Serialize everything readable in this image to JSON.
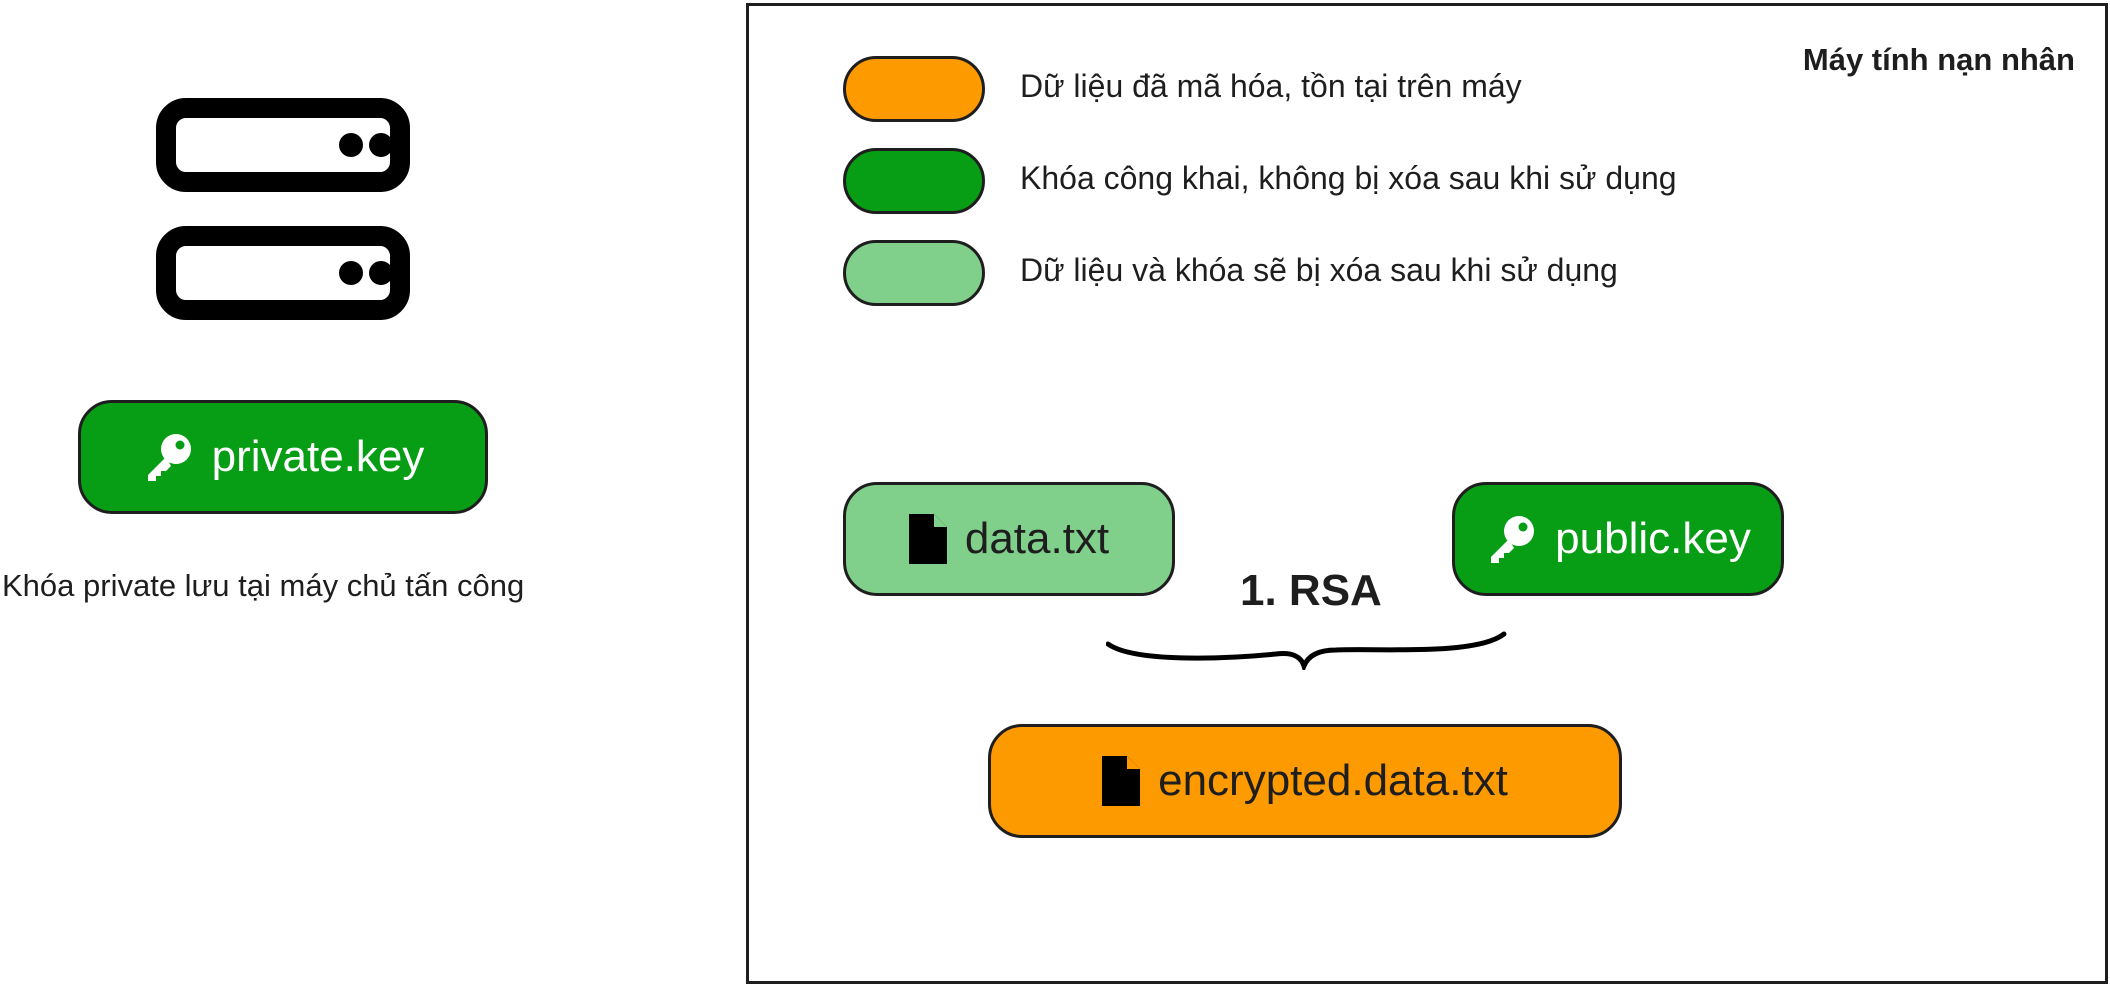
{
  "frame": {
    "title": "Máy tính nạn nhân"
  },
  "legend": [
    {
      "text": "Dữ liệu đã mã hóa, tồn tại trên máy",
      "color": "#fd9a00"
    },
    {
      "text": "Khóa công khai, không bị xóa sau khi sử dụng",
      "color": "#079d15"
    },
    {
      "text": "Dữ liệu và khóa sẽ bị xóa sau khi sử dụng",
      "color": "#80d08b"
    }
  ],
  "attacker": {
    "server_icon": "server-icon",
    "key_label": "private.key",
    "caption": "Khóa private lưu tại máy chủ tấn công"
  },
  "victim": {
    "data_label": "data.txt",
    "public_key_label": "public.key",
    "operation_label": "1. RSA",
    "encrypted_label": "encrypted.data.txt"
  },
  "icons": {
    "key": "key-icon",
    "file": "file-icon",
    "brace": "curly-brace"
  }
}
